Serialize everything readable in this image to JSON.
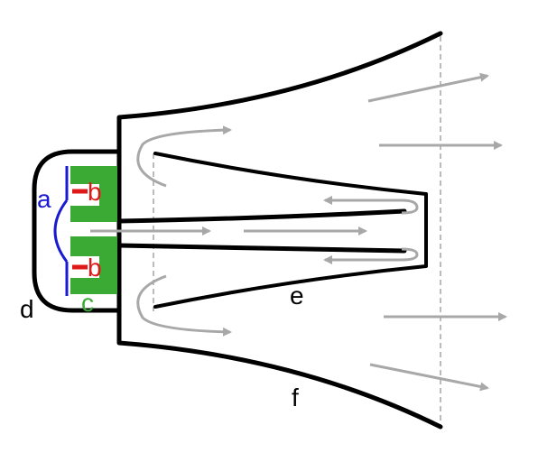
{
  "labels": {
    "a": {
      "text": "a",
      "color": "#1a1ad0"
    },
    "b_top": {
      "text": "b",
      "color": "#e01818"
    },
    "b_bottom": {
      "text": "b",
      "color": "#e01818"
    },
    "c": {
      "text": "c",
      "color": "#3aaa35"
    },
    "d": {
      "text": "d",
      "color": "#000000"
    },
    "e": {
      "text": "e",
      "color": "#000000"
    },
    "f": {
      "text": "f",
      "color": "#000000"
    }
  },
  "colors": {
    "outline": "#000000",
    "magnet": "#3aaa35",
    "voice_coil": "#e01818",
    "diaphragm": "#1a1ad0",
    "sound_flow": "#a8a8a8",
    "dashed_guide": "#777777"
  }
}
